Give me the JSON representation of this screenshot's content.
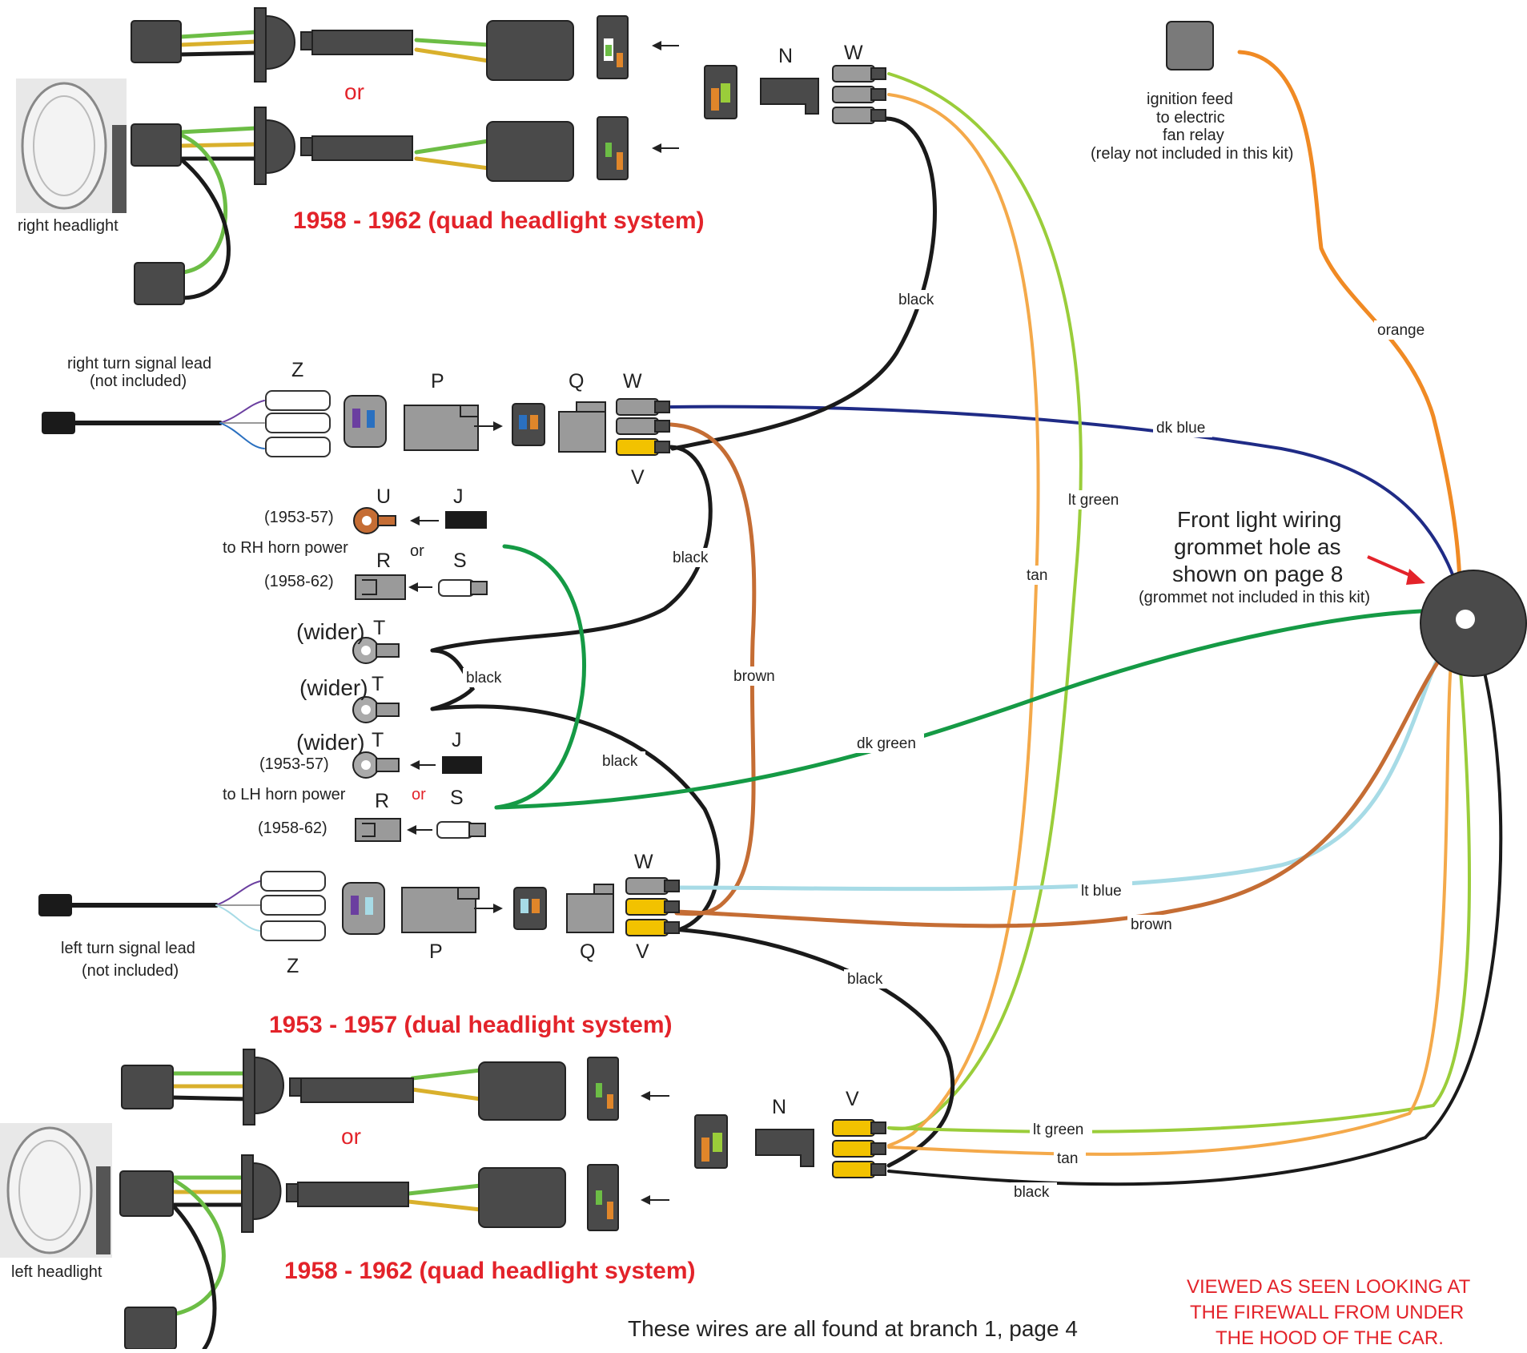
{
  "titles": {
    "quad_top": "1958 - 1962 (quad headlight system)",
    "dual": "1953 - 1957 (dual headlight system)",
    "quad_bottom": "1958 - 1962 (quad headlight system)"
  },
  "labels": {
    "or_top": "or",
    "or_bottom": "or",
    "right_headlight": "right headlight",
    "left_headlight": "left headlight",
    "right_turn_lead_1": "right turn signal lead",
    "right_turn_lead_2": "(not included)",
    "left_turn_lead_1": "left turn signal lead",
    "left_turn_lead_2": "(not included)",
    "ignition_1": "ignition feed",
    "ignition_2": "to electric",
    "ignition_3": "fan relay",
    "ignition_4": "(relay not included in this kit)",
    "grommet_1": "Front light wiring",
    "grommet_2": "grommet hole as",
    "grommet_3": "shown on page 8",
    "grommet_4": "(grommet not included in this kit)",
    "rh_horn_years": "(1953-57)",
    "rh_horn": "to RH horn power",
    "rh_or": "or",
    "rh_years2": "(1958-62)",
    "wider_1": "(wider)",
    "wider_2": "(wider)",
    "wider_3": "(wider)",
    "lh_horn_years": "(1953-57)",
    "lh_horn": "to LH horn power",
    "lh_or": "or",
    "lh_years2": "(1958-62)",
    "footer": "These wires are all found at branch 1, page 4",
    "viewed_1": "VIEWED AS SEEN LOOKING AT",
    "viewed_2": "THE FIREWALL FROM UNDER",
    "viewed_3": "THE HOOD OF THE CAR."
  },
  "letters": {
    "N_top": "N",
    "W_top": "W",
    "Z_top": "Z",
    "P_top": "P",
    "Q_top": "Q",
    "W_mid": "W",
    "V_mid": "V",
    "U": "U",
    "J_top": "J",
    "R_top": "R",
    "S_top": "S",
    "T1": "T",
    "T2": "T",
    "T3": "T",
    "J_bot": "J",
    "R_bot": "R",
    "S_bot": "S",
    "W_low": "W",
    "V_low": "V",
    "Z_bot": "Z",
    "P_bot": "P",
    "Q_bot": "Q",
    "N_bot": "N",
    "V_bot": "V"
  },
  "wire_labels": {
    "black_1": "black",
    "orange": "orange",
    "dk_blue": "dk blue",
    "lt_green_1": "lt green",
    "tan_1": "tan",
    "black_2": "black",
    "brown_1": "brown",
    "black_3": "black",
    "black_4": "black",
    "dk_green": "dk green",
    "lt_blue": "lt blue",
    "brown_2": "brown",
    "black_5": "black",
    "lt_green_2": "lt green",
    "tan_2": "tan",
    "black_6": "black"
  },
  "colors": {
    "red_text": "#e3232a",
    "black_wire": "#1a1a1a",
    "orange_wire": "#f08a24",
    "dk_blue_wire": "#1f2b86",
    "lt_green_wire": "#9acd3a",
    "tan_wire": "#f4a94a",
    "brown_wire": "#c56d34",
    "dk_green_wire": "#159a45",
    "lt_blue_wire": "#a7dbe6",
    "green_wire": "#6cbd45",
    "yellow_wire": "#d9b02c",
    "connector_dark": "#4a4a4a",
    "connector_light": "#9a9a9a",
    "terminal_yellow": "#f2c200"
  }
}
